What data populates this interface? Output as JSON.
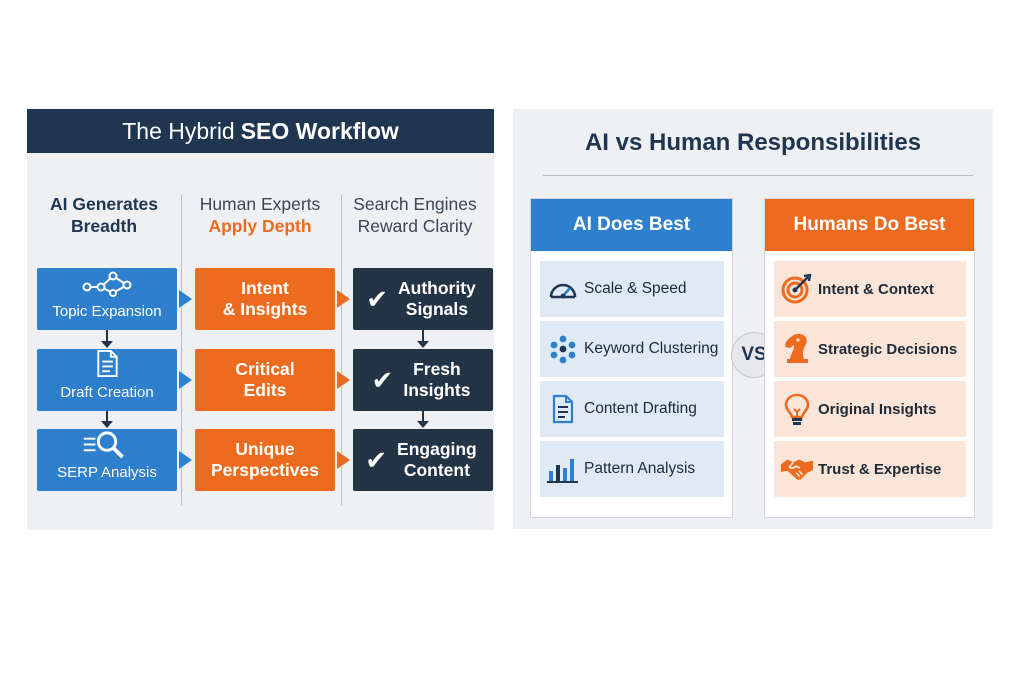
{
  "workflow": {
    "title_prefix": "The Hybrid",
    "title_bold": "SEO Workflow",
    "columns": [
      {
        "line1": "AI Generates",
        "line2": "Breadth"
      },
      {
        "line1": "Human Experts",
        "line2": "Apply Depth"
      },
      {
        "line1": "Search Engines",
        "line2": "Reward Clarity"
      }
    ],
    "ai_steps": [
      {
        "label": "Topic Expansion",
        "icon": "network-icon"
      },
      {
        "label": "Draft Creation",
        "icon": "document-icon"
      },
      {
        "label": "SERP Analysis",
        "icon": "magnifier-icon"
      }
    ],
    "human_steps": [
      {
        "line1": "Intent",
        "line2": "& Insights"
      },
      {
        "line1": "Critical",
        "line2": "Edits"
      },
      {
        "line1": "Unique",
        "line2": "Perspectives"
      }
    ],
    "engine_steps": [
      {
        "line1": "Authority",
        "line2": "Signals"
      },
      {
        "line1": "Fresh",
        "line2": "Insights"
      },
      {
        "line1": "Engaging",
        "line2": "Content"
      }
    ]
  },
  "responsibilities": {
    "title": "AI vs Human Responsibilities",
    "vs_label": "VS",
    "ai": {
      "header": "AI Does Best",
      "items": [
        {
          "label": "Scale & Speed",
          "icon": "speedometer-icon"
        },
        {
          "label": "Keyword Clustering",
          "icon": "dot-cluster-icon"
        },
        {
          "label": "Content Drafting",
          "icon": "document-icon"
        },
        {
          "label": "Pattern Analysis",
          "icon": "bar-chart-icon"
        }
      ]
    },
    "human": {
      "header": "Humans Do Best",
      "items": [
        {
          "label": "Intent & Context",
          "icon": "target-icon"
        },
        {
          "label": "Strategic Decisions",
          "icon": "chess-knight-icon"
        },
        {
          "label": "Original Insights",
          "icon": "lightbulb-icon"
        },
        {
          "label": "Trust & Expertise",
          "icon": "handshake-icon"
        }
      ]
    }
  },
  "colors": {
    "navy": "#1f3550",
    "blue": "#2e7fcc",
    "orange": "#ec6b1f",
    "dark": "#243447"
  }
}
